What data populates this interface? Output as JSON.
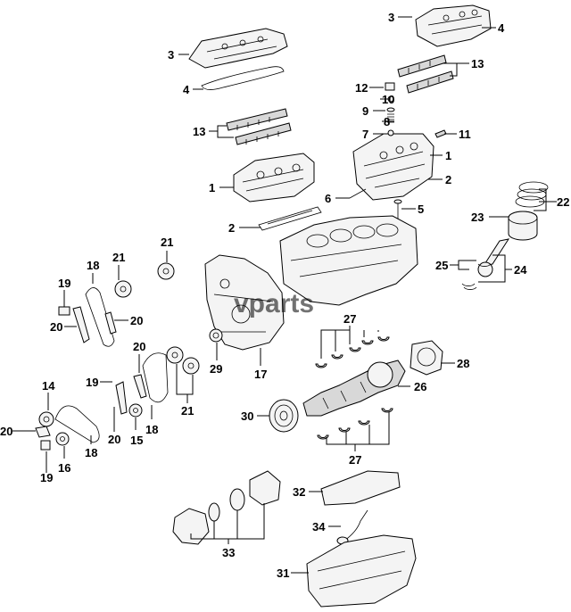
{
  "watermark": "vparts",
  "callouts": {
    "c1a": "1",
    "c1b": "1",
    "c2a": "2",
    "c2b": "2",
    "c3a": "3",
    "c3b": "3",
    "c4a": "4",
    "c4b": "4",
    "c5": "5",
    "c6": "6",
    "c7": "7",
    "c8": "8",
    "c9": "9",
    "c10": "10",
    "c11": "11",
    "c12": "12",
    "c13a": "13",
    "c13b": "13",
    "c14": "14",
    "c15": "15",
    "c16": "16",
    "c17": "17",
    "c18a": "18",
    "c18b": "18",
    "c18c": "18",
    "c19a": "19",
    "c19b": "19",
    "c19c": "19",
    "c20a": "20",
    "c20b": "20",
    "c20c": "20",
    "c20d": "20",
    "c20e": "20",
    "c21a": "21",
    "c21b": "21",
    "c21c": "21",
    "c22": "22",
    "c23": "23",
    "c24": "24",
    "c25": "25",
    "c26": "26",
    "c27a": "27",
    "c27b": "27",
    "c28": "28",
    "c29": "29",
    "c30": "30",
    "c31": "31",
    "c32": "32",
    "c33": "33",
    "c34": "34"
  }
}
